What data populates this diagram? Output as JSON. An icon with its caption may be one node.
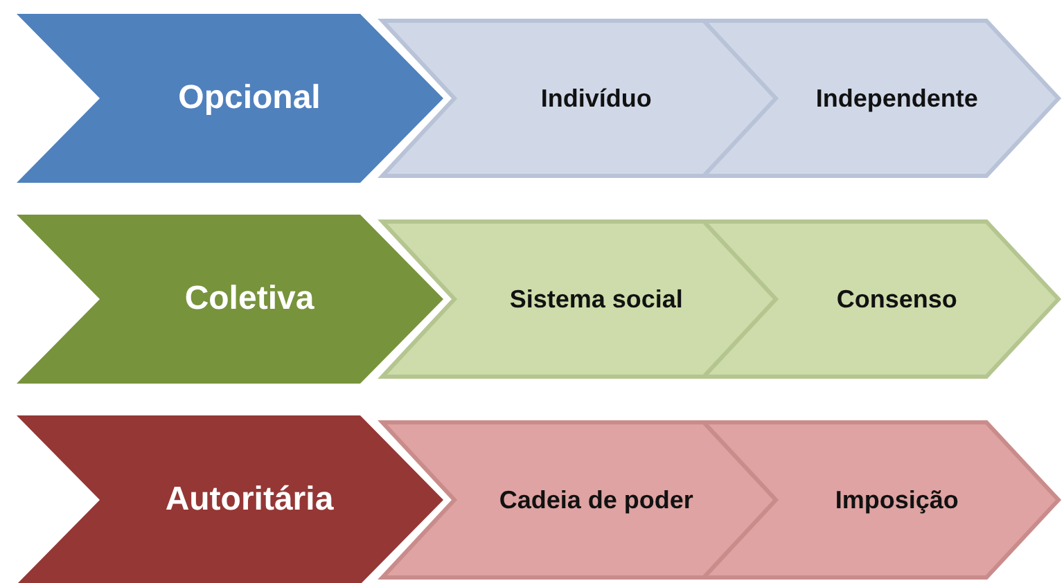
{
  "diagram": {
    "nodes": [
      {
        "text": [
          "Opcional"
        ]
      },
      {
        "text": [
          "Indivíduo"
        ]
      },
      {
        "text": [
          "Independente"
        ]
      },
      {
        "text": [
          "Coletiva"
        ]
      },
      {
        "text": [
          "Sistema social"
        ]
      },
      {
        "text": [
          "Consenso"
        ]
      },
      {
        "text": [
          "Autoritária"
        ]
      },
      {
        "text": [
          "Cadeia de poder"
        ]
      },
      {
        "text": [
          "Imposição"
        ]
      }
    ]
  }
}
